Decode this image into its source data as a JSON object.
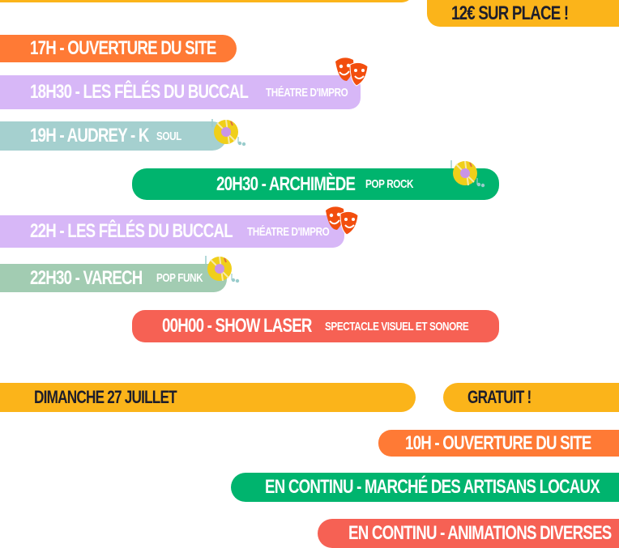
{
  "colors": {
    "yellow": "#fbb41a",
    "orange": "#ff7a35",
    "lavender": "#d7b7f7",
    "teal": "#a5d0cf",
    "green": "#00b46e",
    "sage": "#a2ccb2",
    "red": "#f66154",
    "mask": "#f24e0e"
  },
  "saturday": {
    "price": "12€ SUR PLACE !",
    "events": [
      {
        "title": "17H - OUVERTURE DU SITE",
        "genre": ""
      },
      {
        "title": "18H30 -  LES FÊLÉS DU BUCCAL",
        "genre": "THÉATRE D'IMPRO",
        "icon": "theater-masks-icon"
      },
      {
        "title": "19H - AUDREY - K",
        "genre": "SOUL",
        "icon": "vinyl-record-icon"
      },
      {
        "title": "20H30 - ARCHIMÈDE",
        "genre": "POP ROCK",
        "icon": "vinyl-record-icon"
      },
      {
        "title": "22H -  LES FÊLÉS DU BUCCAL",
        "genre": "THÉATRE D'IMPRO",
        "icon": "theater-masks-icon"
      },
      {
        "title": "22H30 - VARECH",
        "genre": "POP FUNK",
        "icon": "vinyl-record-icon"
      },
      {
        "title": "00H00 - SHOW LASER",
        "genre": "SPECTACLE VISUEL ET SONORE"
      }
    ]
  },
  "sunday": {
    "day": "DIMANCHE 27 JUILLET",
    "price": "GRATUIT !",
    "events": [
      {
        "title": "10H - OUVERTURE DU SITE"
      },
      {
        "title": "EN CONTINU - MARCHÉ DES ARTISANS LOCAUX"
      },
      {
        "title": "EN CONTINU - ANIMATIONS DIVERSES"
      }
    ]
  }
}
